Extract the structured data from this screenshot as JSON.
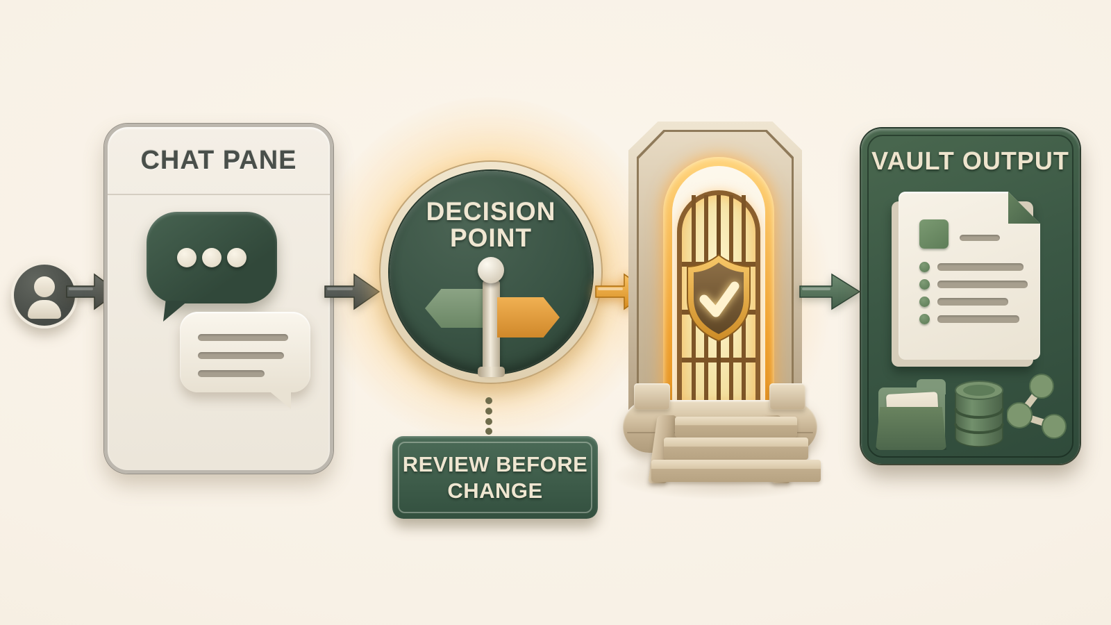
{
  "diagram_title": "",
  "palette": {
    "background": "#f8f1e6",
    "dark_green": "#35503f",
    "sage_green": "#7e9878",
    "amber": "#e09a3c",
    "cream_text": "#efe6d1",
    "beige": "#cfbfa4",
    "dark_gray": "#4c504d"
  },
  "nodes": {
    "user": {
      "icon": "user-icon"
    },
    "chat_pane": {
      "title": "CHAT PANE",
      "icons": [
        "chat-bubble-typing-icon",
        "chat-bubble-text-icon"
      ]
    },
    "decision_point": {
      "line1": "DECISION",
      "line2": "POINT",
      "icon": "signpost-icon"
    },
    "review_badge": {
      "line1": "REVIEW BEFORE",
      "line2": "CHANGE"
    },
    "gate": {
      "icon": "gate-shield-check-icon"
    },
    "vault_output": {
      "title": "VAULT OUTPUT",
      "icons": [
        "document-icon",
        "folder-icon",
        "database-icon",
        "share-icon"
      ]
    }
  },
  "connectors": [
    {
      "from": "user",
      "to": "chat_pane",
      "style": "solid-arrow",
      "color": "#4c504d"
    },
    {
      "from": "chat_pane",
      "to": "decision_point",
      "style": "solid-arrow",
      "color": "#4c504d"
    },
    {
      "from": "decision_point",
      "to": "gate",
      "style": "solid-arrow",
      "color": "#e09a3c"
    },
    {
      "from": "gate",
      "to": "vault_output",
      "style": "solid-arrow",
      "color": "#50694f"
    },
    {
      "from": "decision_point",
      "to": "review_badge",
      "style": "dotted-line",
      "color": "#6e6c4c"
    }
  ]
}
